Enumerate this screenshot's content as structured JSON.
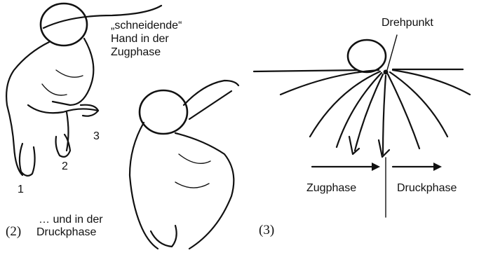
{
  "figure_left": {
    "caption_top": [
      "„schneidende“",
      "Hand in der",
      "Zugphase"
    ],
    "hand_positions": [
      "1",
      "2",
      "3"
    ],
    "caption_bottom": [
      "… und in der",
      "Druckphase"
    ],
    "figure_number": "(2)"
  },
  "figure_right": {
    "pivot_label": "Drehpunkt",
    "phase_left": "Zugphase",
    "phase_right": "Druckphase",
    "figure_number": "(3)"
  }
}
